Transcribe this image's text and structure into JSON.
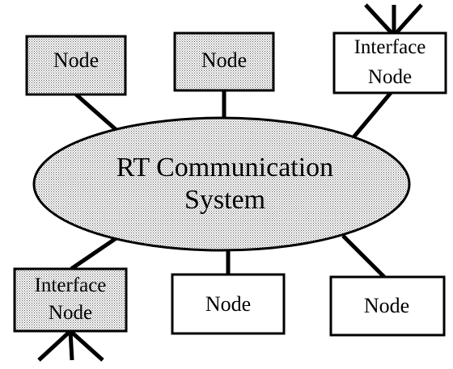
{
  "diagram": {
    "hub": {
      "line1": "RT Communication",
      "line2": "System"
    },
    "nodes": [
      {
        "line1": "Node",
        "line2": "",
        "shaded": true
      },
      {
        "line1": "Node",
        "line2": "",
        "shaded": true
      },
      {
        "line1": "Interface",
        "line2": "Node",
        "shaded": false
      },
      {
        "line1": "Interface",
        "line2": "Node",
        "shaded": true
      },
      {
        "line1": "Node",
        "line2": "",
        "shaded": false
      },
      {
        "line1": "Node",
        "line2": "",
        "shaded": false
      }
    ],
    "colors": {
      "stroke": "#000000",
      "shade": "#d4d4d4",
      "plain": "#ffffff"
    }
  }
}
